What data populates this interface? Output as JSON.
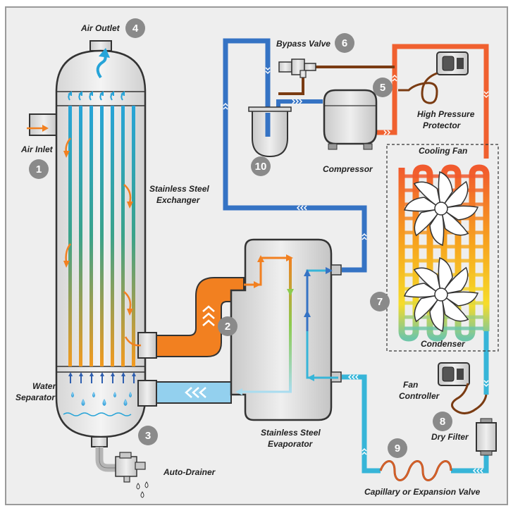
{
  "labels": {
    "air_outlet": "Air Outlet",
    "air_inlet": "Air Inlet",
    "bypass_valve": "Bypass Valve",
    "high_pressure_protector_1": "High Pressure",
    "high_pressure_protector_2": "Protector",
    "compressor": "Compressor",
    "cooling_fan": "Cooling Fan",
    "stainless_steel_exchanger_1": "Stainless Steel",
    "stainless_steel_exchanger_2": "Exchanger",
    "condenser": "Condenser",
    "water_separator_1": "Water",
    "water_separator_2": "Separator",
    "fan_controller_1": "Fan",
    "fan_controller_2": "Controller",
    "dry_filter": "Dry Filter",
    "stainless_steel_evaporator_1": "Stainless Steel",
    "stainless_steel_evaporator_2": "Evaporator",
    "auto_drainer": "Auto-Drainer",
    "capillary_valve": "Capillary or Expansion Valve"
  },
  "numbers": {
    "n1": "1",
    "n2": "2",
    "n3": "3",
    "n4": "4",
    "n5": "5",
    "n6": "6",
    "n7": "7",
    "n8": "8",
    "n9": "9",
    "n10": "10"
  },
  "colors": {
    "background": "#eeeeee",
    "frame": "#9a9a9a",
    "badge": "#8a8a8a",
    "refrigerant_cold": "#3573c4",
    "refrigerant_hot": "#f0602f",
    "air_hot": "#f28020",
    "air_cold": "#93d0ee",
    "capillary": "#e0662c",
    "oil_line": "#7a3b12"
  }
}
